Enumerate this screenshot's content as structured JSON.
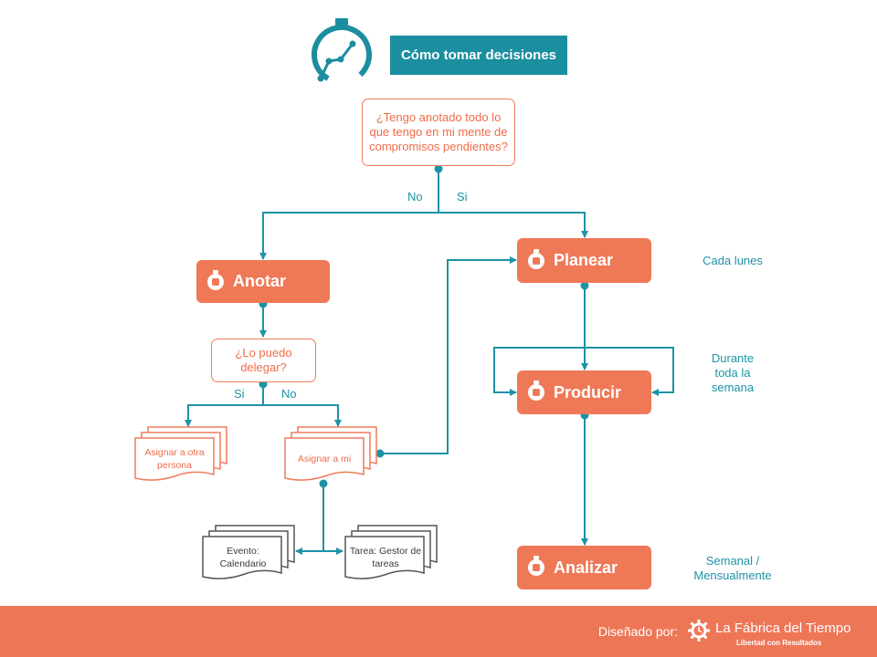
{
  "title": "Cómo tomar decisiones",
  "question1": "¿Tengo anotado todo lo que tengo en mi mente de compromisos pendientes?",
  "branch1": {
    "no": "No",
    "si": "Si"
  },
  "steps": {
    "anotar": "Anotar",
    "planear": "Planear",
    "producir": "Producir",
    "analizar": "Analizar"
  },
  "question2": "¿Lo puedo delegar?",
  "branch2": {
    "si": "Si",
    "no": "No"
  },
  "docs": {
    "asignar_otra": "Asignar a otra persona",
    "asignar_mi": "Asignar a mi",
    "evento": "Evento: Calendario",
    "tarea": "Tarea: Gestor de tareas"
  },
  "side_notes": {
    "planear": "Cada lunes",
    "producir": "Durante toda la semana",
    "analizar": "Semanal / Mensualmente"
  },
  "footer": {
    "designed_by": "Diseñado por:",
    "brand": "La Fábrica del Tiempo",
    "slogan": "Libertad con Resultados"
  },
  "colors": {
    "teal": "#1b8e9f",
    "orange": "#ef7857",
    "grey": "#555555"
  },
  "icons": [
    "stopwatch-chart-logo",
    "stopwatch-icon",
    "gear-logo-icon"
  ]
}
